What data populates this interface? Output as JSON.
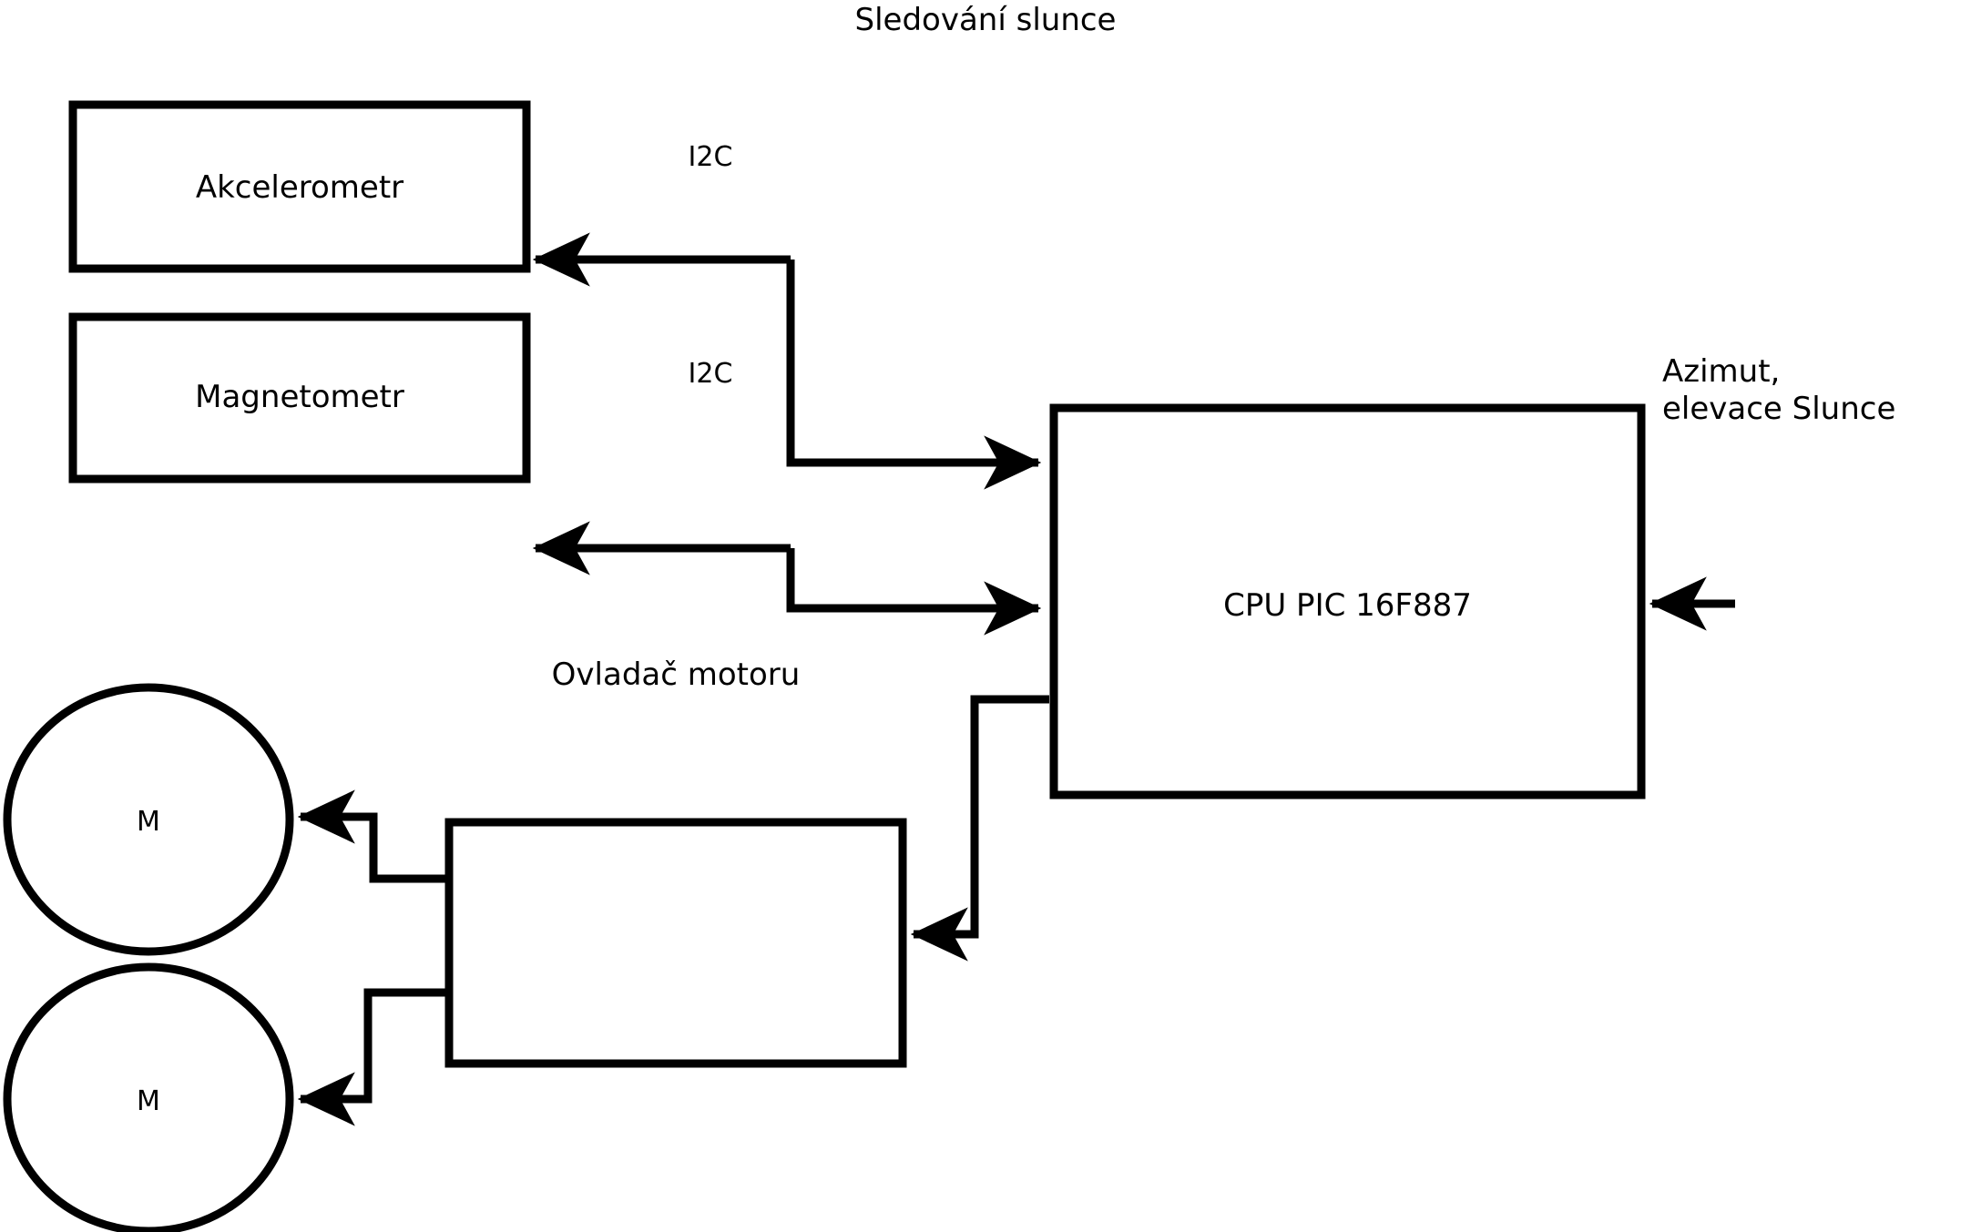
{
  "title": "Sledování slunce",
  "blocks": {
    "accelerometer": "Akcelerometr",
    "magnetometer": "Magnetometr",
    "cpu": "CPU PIC 16F887",
    "motor_driver": "Ovladač motoru",
    "motor_1": "M",
    "motor_2": "M"
  },
  "edge_labels": {
    "i2c_accelerometer": "I2C",
    "i2c_magnetometer": "I2C",
    "sun_input_line1": "Azimut,",
    "sun_input_line2": "elevace Slunce"
  },
  "colors": {
    "stroke": "#000000",
    "background": "#ffffff",
    "text": "#000000"
  }
}
